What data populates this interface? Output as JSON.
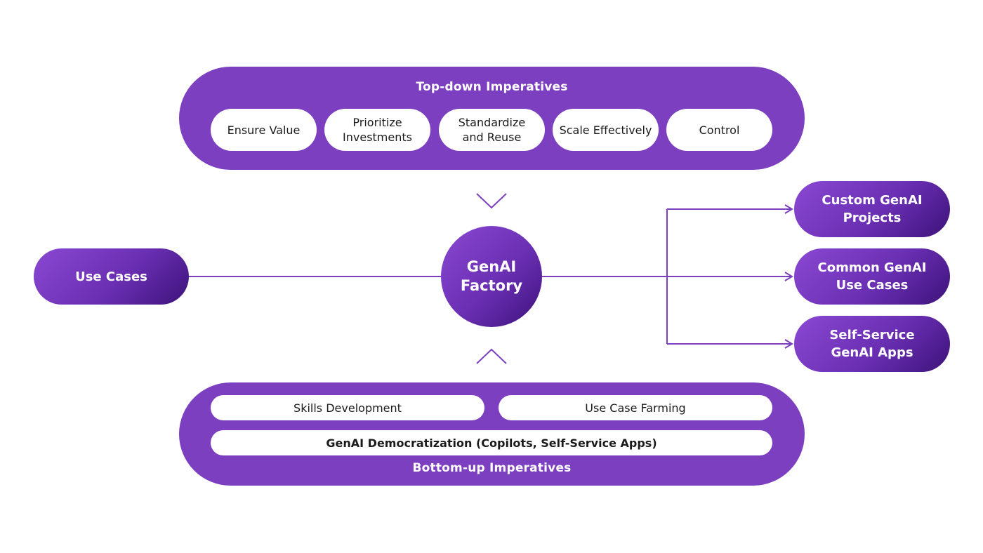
{
  "diagram": {
    "accent_color": "#7b3fc0",
    "top": {
      "title": "Top-down Imperatives",
      "items": [
        "Ensure Value",
        "Prioritize\nInvestments",
        "Standardize\nand Reuse",
        "Scale Effectively",
        "Control"
      ]
    },
    "hub": {
      "label": "GenAI\nFactory"
    },
    "input": {
      "label": "Use Cases"
    },
    "outputs": [
      "Custom GenAI\nProjects",
      "Common GenAI\nUse Cases",
      "Self-Service\nGenAI Apps"
    ],
    "bottom": {
      "title": "Bottom-up Imperatives",
      "items": [
        "Skills Development",
        "Use Case Farming"
      ],
      "wide_item": "GenAI Democratization (Copilots, Self-Service Apps)"
    }
  }
}
